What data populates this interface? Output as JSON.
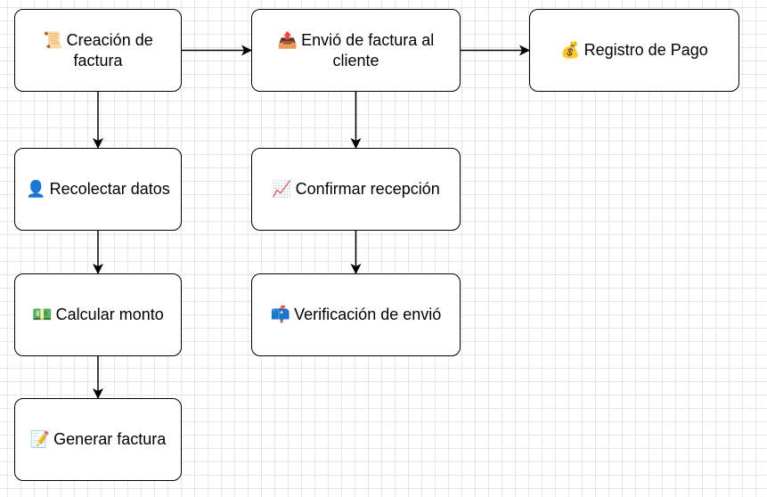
{
  "nodes": {
    "creacion": {
      "icon": "📜",
      "label": "Creación de factura"
    },
    "envio": {
      "icon": "📤",
      "label": "Envió de factura al cliente"
    },
    "registro": {
      "icon": "💰",
      "label": "Registro de Pago"
    },
    "recolectar": {
      "icon": "👤",
      "label": "Recolectar datos"
    },
    "confirmar": {
      "icon": "📈",
      "label": "Confirmar recepción"
    },
    "calcular": {
      "icon": "💵",
      "label": "Calcular monto"
    },
    "verif": {
      "icon": "📫",
      "label": "Verificación de envió"
    },
    "generar": {
      "icon": "📝",
      "label": "Generar factura"
    }
  },
  "edges": [
    {
      "from": "creacion",
      "to": "envio"
    },
    {
      "from": "envio",
      "to": "registro"
    },
    {
      "from": "creacion",
      "to": "recolectar"
    },
    {
      "from": "recolectar",
      "to": "calcular"
    },
    {
      "from": "calcular",
      "to": "generar"
    },
    {
      "from": "envio",
      "to": "confirmar"
    },
    {
      "from": "confirmar",
      "to": "verif"
    }
  ]
}
